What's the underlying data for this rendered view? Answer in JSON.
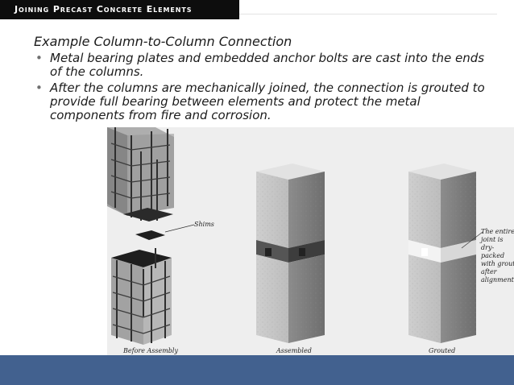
{
  "header": {
    "title": "Joining Precast Concrete Elements"
  },
  "slide": {
    "heading": "Example Column-to-Column Connection",
    "bullets": [
      "Metal bearing plates and embedded anchor bolts are cast into the ends of the columns.",
      "After the columns are mechanically joined, the connection is grouted to provide full bearing between elements and protect the metal components from fire and corrosion."
    ]
  },
  "figure": {
    "labels": {
      "shims": "Shims",
      "before": "Before Assembly",
      "assembled": "Assembled",
      "grouted": "Grouted",
      "note": "The entire joint is dry-packed with grout after alignment"
    }
  },
  "colors": {
    "footer": "#42618f",
    "title_bar": "#0d0d0d",
    "figure_bg": "#eeeeee"
  }
}
